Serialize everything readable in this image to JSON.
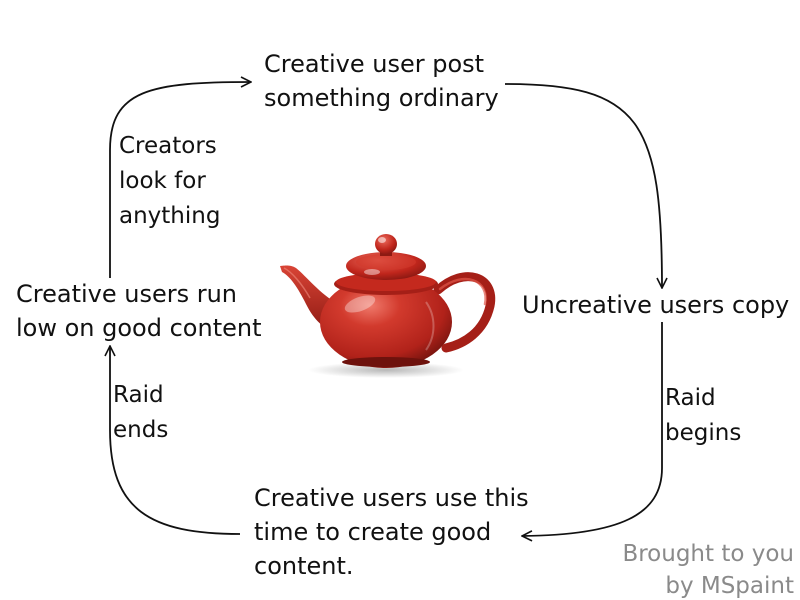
{
  "nodes": {
    "top": [
      "Creative user post",
      "something ordinary"
    ],
    "right": [
      "Uncreative users copy"
    ],
    "bottom": [
      "Creative users use this",
      "time to create good",
      "content."
    ],
    "left": [
      "Creative users run",
      "low on good content"
    ]
  },
  "edge_labels": {
    "raid_begins": [
      "Raid",
      "begins"
    ],
    "raid_ends": [
      "Raid",
      "ends"
    ],
    "creators_look": [
      "Creators",
      "look for",
      "anything"
    ]
  },
  "credit": [
    "Brought to you",
    "by MSpaint"
  ],
  "image": {
    "subject": "red-teapot",
    "colors": {
      "body": "#c0261c",
      "highlight": "#e8564a",
      "shadow": "#7d1510"
    }
  },
  "colors": {
    "text": "#111111",
    "credit": "#8a8a8a",
    "arrow": "#111111",
    "background": "#ffffff"
  }
}
